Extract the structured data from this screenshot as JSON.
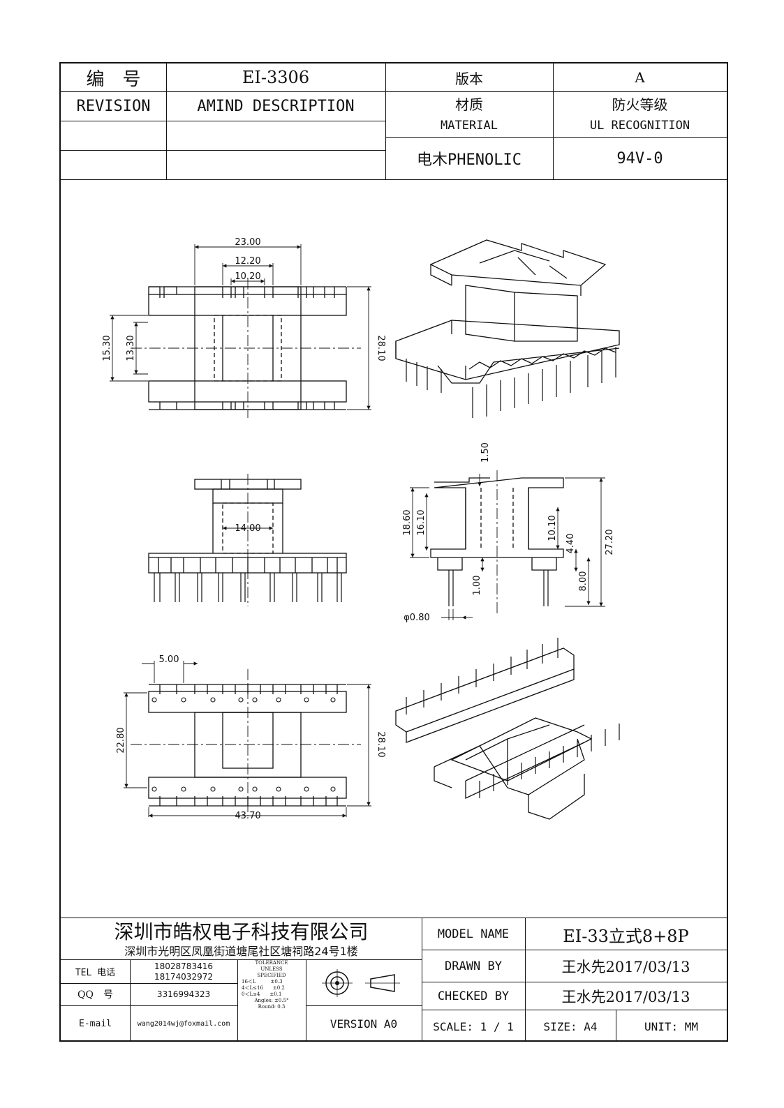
{
  "header": {
    "number_label": "编　号",
    "part_number": "EI-3306",
    "version_label": "版本",
    "version_value": "A",
    "revision_label": "REVISION",
    "description_label": "AMIND DESCRIPTION",
    "material_label_cn": "材质",
    "material_label_en": "MATERIAL",
    "fire_grade_label_cn": "防火等级",
    "fire_grade_label_en": "UL RECOGNITION",
    "material_value": "电木PHENOLIC",
    "ul_value": "94V-0"
  },
  "drawing": {
    "top_view": {
      "overall_width": "23.00",
      "inner_width": "12.20",
      "core_width": "10.20",
      "left_outer": "15.30",
      "left_inner": "13.30",
      "right_height": "28.10"
    },
    "front_view": {
      "center_width": "14.00"
    },
    "side_view": {
      "top_gap": "1.50",
      "left_outer": "18.60",
      "left_inner": "16.10",
      "center_height": "10.10",
      "step": "4.40",
      "overall_height": "27.20",
      "pin_length": "8.00",
      "base": "1.00",
      "pin_diameter": "φ0.80"
    },
    "bottom_view": {
      "pin_pitch": "5.00",
      "left_height": "22.80",
      "right_height": "28.10",
      "overall_width": "43.70"
    }
  },
  "title_block": {
    "company_name": "深圳市皓权电子科技有限公司",
    "company_address": "深圳市光明区凤凰街道塘尾社区塘祠路24号1楼",
    "tel_label": "TEL 电话",
    "tel_value_1": "18028783416",
    "tel_value_2": "18174032972",
    "qq_label": "QQ　号",
    "qq_value": "3316994323",
    "email_label": "E-mail",
    "email_value": "wang2014wj@foxmail.com",
    "tolerance": {
      "title_1": "TOLERANCE",
      "title_2": "UNLESS",
      "title_3": "SPECIFIED",
      "row1": "16＜L　　　±0.3",
      "row2": "4＜L≤16　　±0.2",
      "row3": "0＜L≤4　　±0.1",
      "row4": "Angles: ±0.5°",
      "row5": "Round: 0.3"
    },
    "version_text": "VERSION A0",
    "model_name_label": "MODEL NAME",
    "model_name_value": "EI-33立式8+8P",
    "drawn_by_label": "DRAWN BY",
    "drawn_by_value": "王水先2017/03/13",
    "checked_by_label": "CHECKED BY",
    "checked_by_value": "王水先2017/03/13",
    "scale_text": "SCALE:  1 / 1",
    "size_text": "SIZE: A4",
    "unit_text": "UNIT: MM"
  }
}
